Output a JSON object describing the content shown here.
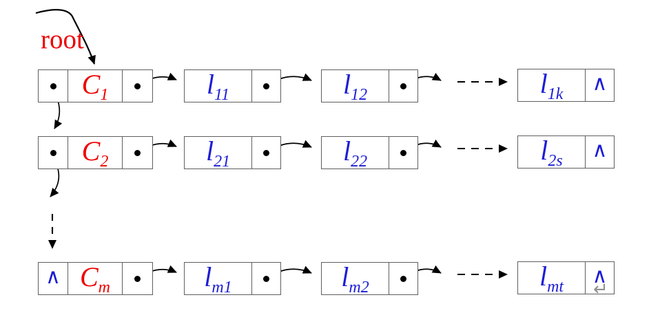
{
  "diagram": {
    "root_label": "root",
    "null_symbol": "∧",
    "eol_mark": "↵",
    "colors": {
      "head_label": "#ee0000",
      "item_label": "#1d1dd6",
      "arrow": "#000000",
      "box_border": "#5e5e5e",
      "eol_mark": "#909090"
    },
    "rows": [
      {
        "head": {
          "base": "C",
          "sub": "1",
          "prev": "dot",
          "next": "dot"
        },
        "nodes": [
          {
            "base": "l",
            "sub": "11",
            "next": "dot"
          },
          {
            "base": "l",
            "sub": "12",
            "next": "dot"
          },
          {
            "base": "l",
            "sub": "1k",
            "next": "null"
          }
        ]
      },
      {
        "head": {
          "base": "C",
          "sub": "2",
          "prev": "dot",
          "next": "dot"
        },
        "nodes": [
          {
            "base": "l",
            "sub": "21",
            "next": "dot"
          },
          {
            "base": "l",
            "sub": "22",
            "next": "dot"
          },
          {
            "base": "l",
            "sub": "2s",
            "next": "null"
          }
        ]
      },
      {
        "head": {
          "base": "C",
          "sub": "m",
          "prev": "null",
          "next": "dot"
        },
        "nodes": [
          {
            "base": "l",
            "sub": "m1",
            "next": "dot"
          },
          {
            "base": "l",
            "sub": "m2",
            "next": "dot"
          },
          {
            "base": "l",
            "sub": "mt",
            "next": "null"
          }
        ]
      }
    ]
  }
}
